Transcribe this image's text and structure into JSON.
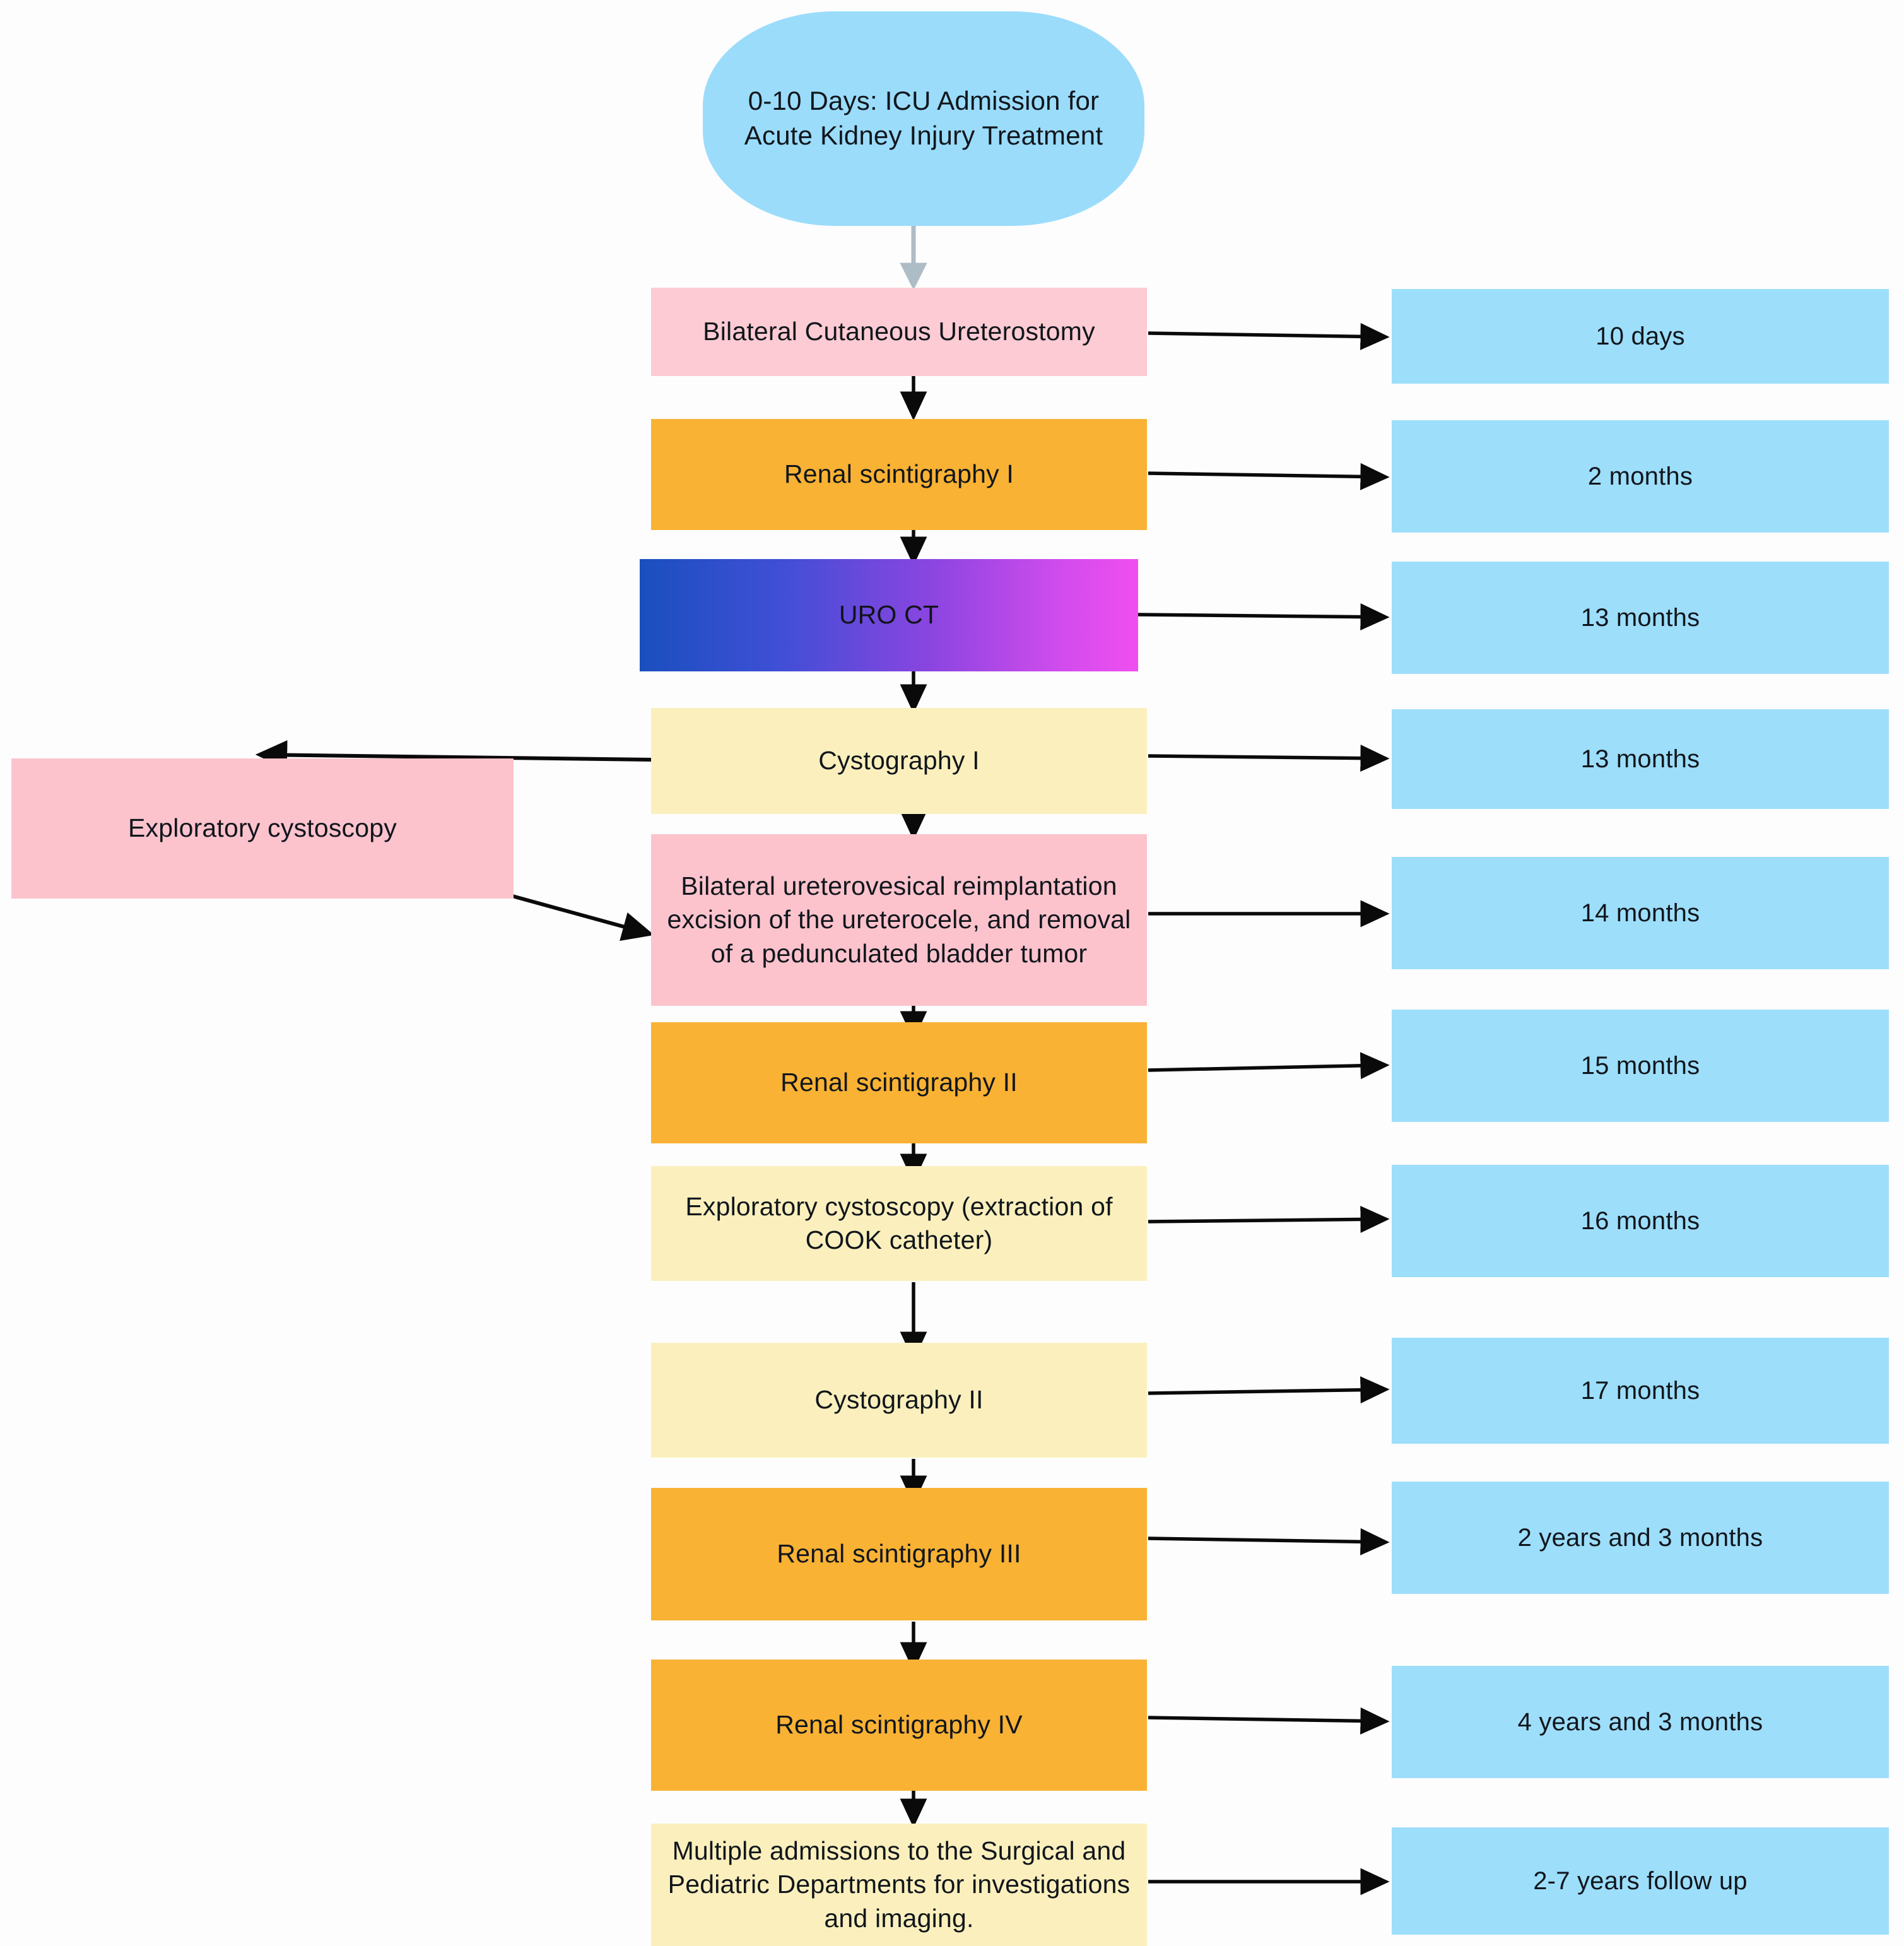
{
  "diagram": {
    "title_node": {
      "label": "0-10 Days: ICU Admission for Acute Kidney Injury Treatment",
      "color": "#9bdcfb",
      "shape": "rounded-oval"
    },
    "colors": {
      "pink": "#fccbd3",
      "pink_strong": "#fcc3cd",
      "orange": "#f9b234",
      "light_yellow": "#fbf0bd",
      "blue": "#9ddefb",
      "gradient_from": "#1a4fbe",
      "gradient_to": "#f04ef0",
      "arrow": "#0a0a0a",
      "text": "#11161c"
    },
    "steps": [
      {
        "id": "bilateral-cutaneous-ureterostomy",
        "label": "Bilateral Cutaneous Ureterostomy",
        "color": "#fccbd3",
        "time": "10 days"
      },
      {
        "id": "renal-scintigraphy-i",
        "label": "Renal scintigraphy I",
        "color": "#f9b234",
        "time": "2 months"
      },
      {
        "id": "uro-ct",
        "label": "URO CT",
        "color": "gradient",
        "time": "13 months"
      },
      {
        "id": "cystography-i",
        "label": "Cystography I",
        "color": "#fbf0bd",
        "time": "13 months"
      },
      {
        "id": "bilateral-ureterovesical-reimplantation",
        "label": "Bilateral ureterovesical reimplantation excision of the ureterocele, and removal of a pedunculated bladder tumor",
        "color": "#fcc3cd",
        "time": "14 months"
      },
      {
        "id": "renal-scintigraphy-ii",
        "label": "Renal scintigraphy II",
        "color": "#f9b234",
        "time": "15 months"
      },
      {
        "id": "exploratory-cystoscopy-cook",
        "label": "Exploratory cystoscopy (extraction of COOK catheter)",
        "color": "#fbf0bd",
        "time": "16 months"
      },
      {
        "id": "cystography-ii",
        "label": "Cystography II",
        "color": "#fbf0bd",
        "time": "17 months"
      },
      {
        "id": "renal-scintigraphy-iii",
        "label": "Renal scintigraphy III",
        "color": "#f9b234",
        "time": "2 years and 3 months"
      },
      {
        "id": "renal-scintigraphy-iv",
        "label": "Renal scintigraphy IV",
        "color": "#f9b234",
        "time": "4 years and 3 months"
      },
      {
        "id": "multiple-admissions",
        "label": "Multiple admissions to the Surgical and Pediatric Departments for investigations and imaging.",
        "color": "#fbf0bd",
        "time": "2-7 years follow up"
      }
    ],
    "side_node": {
      "id": "exploratory-cystoscopy",
      "label": "Exploratory cystoscopy",
      "color": "#fcc3cd"
    }
  }
}
